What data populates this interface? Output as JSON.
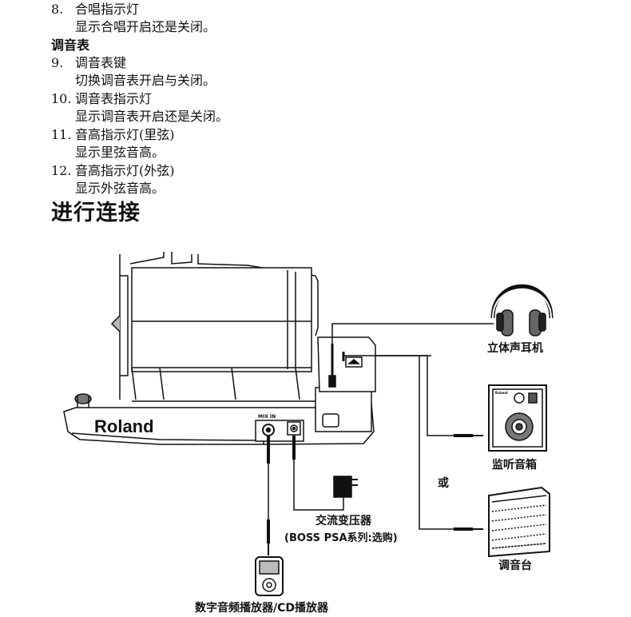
{
  "list": {
    "item8": {
      "num": "8.",
      "title": "合唱指示灯",
      "desc": "显示合唱开启还是关闭。"
    },
    "tuner_heading": "调音表",
    "item9": {
      "num": "9.",
      "title": "调音表键",
      "desc": "切换调音表开启与关闭。"
    },
    "item10": {
      "num": "10.",
      "title": "调音表指示灯",
      "desc": "显示调音表开启还是关闭。"
    },
    "item11": {
      "num": "11.",
      "title": "音高指示灯(里弦)",
      "desc": "显示里弦音高。"
    },
    "item12": {
      "num": "12.",
      "title": "音高指示灯(外弦)",
      "desc": "显示外弦音高。"
    }
  },
  "section_title": "进行连接",
  "diagram": {
    "brand": "Roland",
    "mix_in_label": "MIX IN",
    "headphones": "立体声耳机",
    "monitor_speaker": "监听音箱",
    "or": "或",
    "mixer": "调音台",
    "adapter": "交流变压器",
    "adapter_note": "(BOSS PSA系列:选购)",
    "player": "数字音频播放器/CD播放器",
    "speaker_brand": "Roland"
  }
}
